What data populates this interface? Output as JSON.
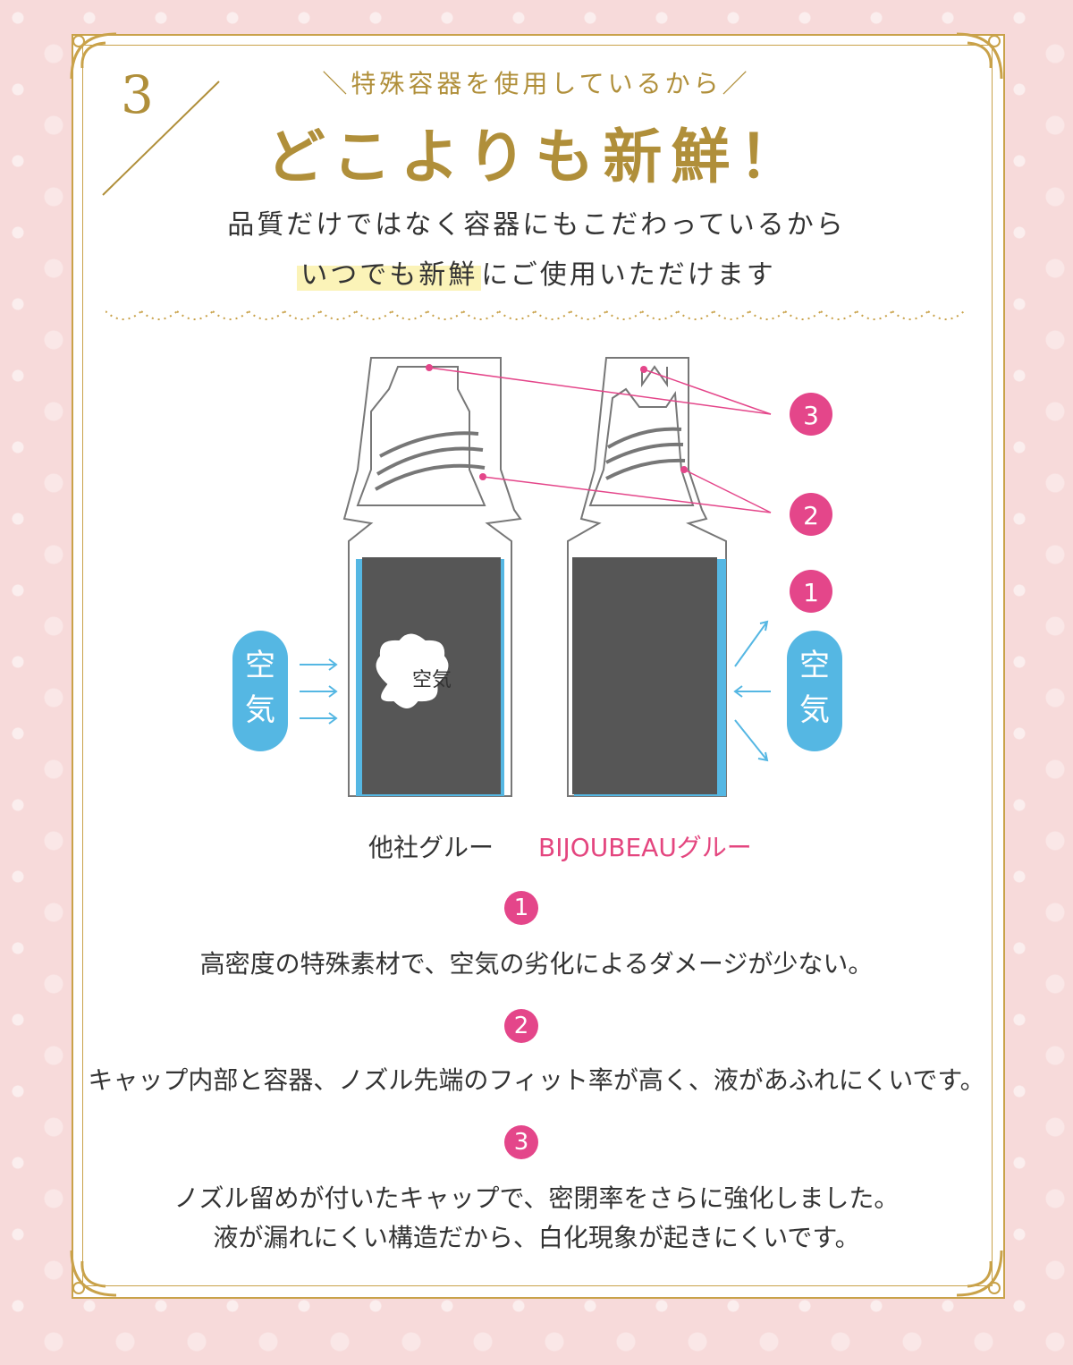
{
  "section": {
    "number": "3",
    "subtitle": "＼特殊容器を使用しているから／",
    "title": "どこよりも新鮮！",
    "lead_line1": "品質だけではなく容器にもこだわっているから",
    "lead_line2_highlight": "いつでも新鮮",
    "lead_line2_rest": "にご使用いただけます"
  },
  "diagram": {
    "left_label": "他社グルー",
    "right_label": "BIJOUBEAUグルー",
    "air_left": [
      "空",
      "気"
    ],
    "air_right": [
      "空",
      "気"
    ],
    "air_inside": "空気",
    "markers": [
      "3",
      "2",
      "1"
    ]
  },
  "points": [
    {
      "num": "1",
      "text": "高密度の特殊素材で、空気の劣化によるダメージが少ない。"
    },
    {
      "num": "2",
      "text": "キャップ内部と容器、ノズル先端のフィット率が高く、液があふれにくいです。"
    },
    {
      "num": "3",
      "text_line1": "ノズル留めが付いたキャップで、密閉率をさらに強化しました。",
      "text_line2": "液が漏れにくい構造だから、白化現象が起きにくいです。"
    }
  ],
  "colors": {
    "gold": "#b08f3a",
    "pink": "#e4468a",
    "blue": "#55b7e3",
    "dark": "#555555"
  }
}
